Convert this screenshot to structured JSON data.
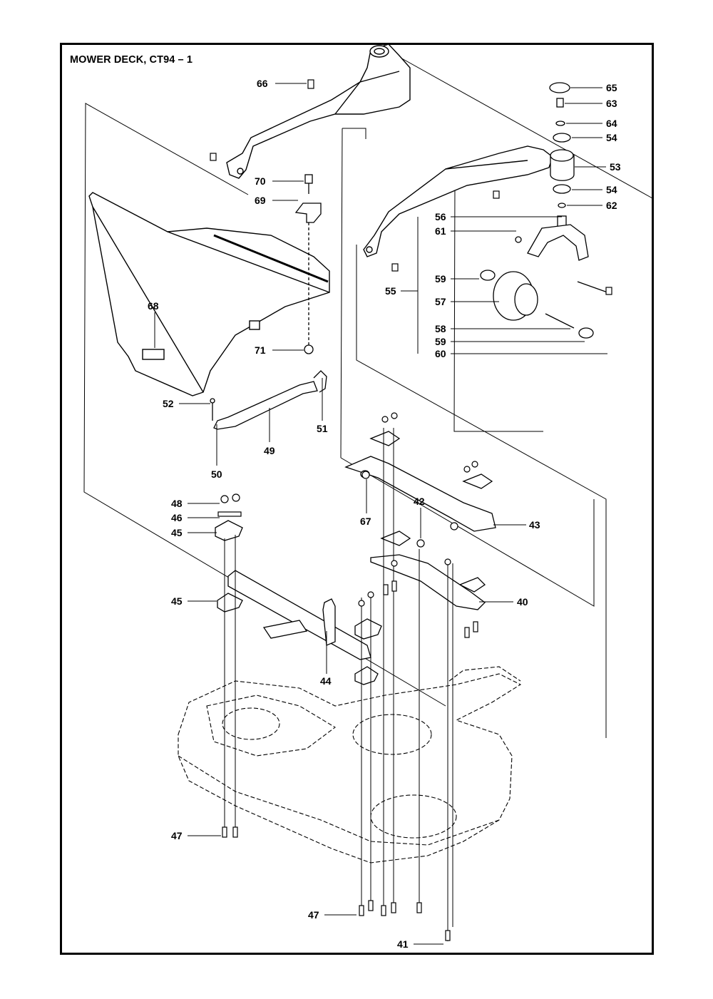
{
  "title": "MOWER DECK, CT94 – 1",
  "callouts": [
    "66",
    "70",
    "69",
    "68",
    "71",
    "52",
    "49",
    "51",
    "50",
    "65",
    "63",
    "64",
    "54",
    "53",
    "54",
    "62",
    "56",
    "61",
    "55",
    "59",
    "57",
    "58",
    "59",
    "60",
    "48",
    "46",
    "45",
    "45",
    "67",
    "42",
    "43",
    "40",
    "44",
    "47",
    "47",
    "41"
  ]
}
